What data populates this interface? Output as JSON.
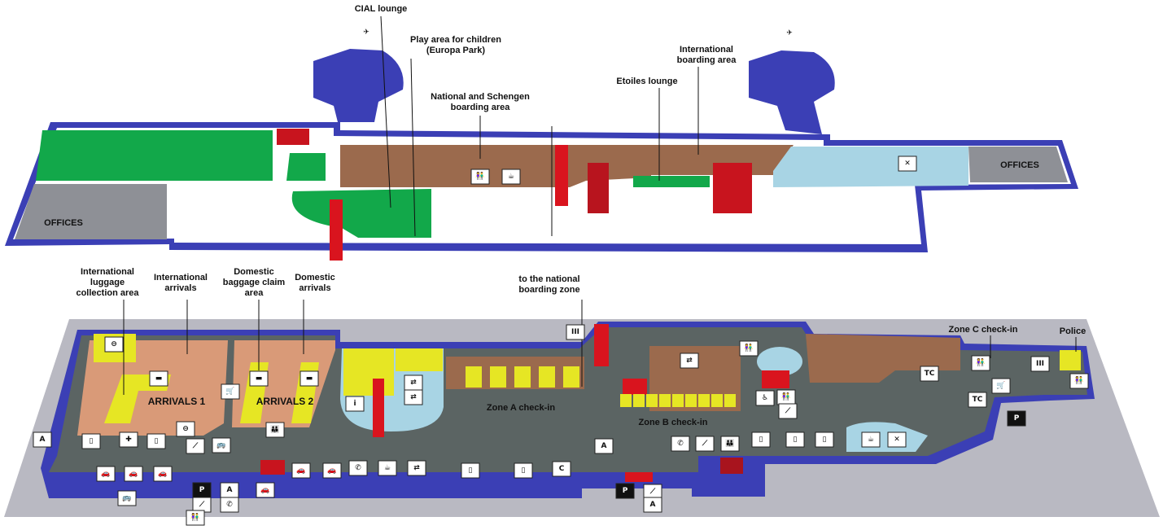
{
  "colors": {
    "wall": "#3b3fb5",
    "wall_dark": "#23268a",
    "brown": "#9b6a4d",
    "salmon": "#d99a78",
    "green": "#12a84a",
    "light_blue": "#a8d4e4",
    "grey_office": "#8e9096",
    "floor_dark": "#5b6463",
    "platform": "#b9b9c2",
    "yellow": "#e6e624",
    "red": "#d9141e"
  },
  "upper_floor": {
    "labels": {
      "cial_lounge": "CIAL lounge",
      "play_area": [
        "Play area for children",
        "(Europa Park)"
      ],
      "national_schengen": [
        "National and Schengen",
        "boarding area"
      ],
      "etoiles_lounge": "Etoiles lounge",
      "international_boarding": [
        "International",
        "boarding area"
      ],
      "offices_left": "OFFICES",
      "offices_right": "OFFICES"
    }
  },
  "lower_floor": {
    "labels": {
      "intl_luggage": [
        "International",
        "luggage",
        "collection area"
      ],
      "intl_arrivals": [
        "International",
        "arrivals"
      ],
      "dom_baggage": [
        "Domestic",
        "baggage claim",
        "area"
      ],
      "dom_arrivals": [
        "Domestic",
        "arrivals"
      ],
      "national_zone": [
        "to the national",
        "boarding zone"
      ],
      "arrivals_1": "ARRIVALS 1",
      "arrivals_2": "ARRIVALS 2",
      "zone_a": "Zone A check-in",
      "zone_b": "Zone B check-in",
      "zone_c": "Zone C check-in",
      "police": "Police"
    }
  },
  "icons": {
    "airplane": "✈",
    "no_entry": "⊖",
    "luggage": "▬",
    "cart": "🛒",
    "family": "👪",
    "info_desk": "i",
    "exchange": "⇄",
    "toilets": "👫",
    "wheelchair": "♿",
    "phone": "✆",
    "car": "🚗",
    "first_aid": "✚",
    "restaurant": "✕",
    "cafe": "☕",
    "escalator": "⟋",
    "lift": "▯",
    "bus": "🚌",
    "tc": "TC",
    "parking": "P",
    "a_sign": "A",
    "c_sign": "C",
    "gates": "III"
  }
}
